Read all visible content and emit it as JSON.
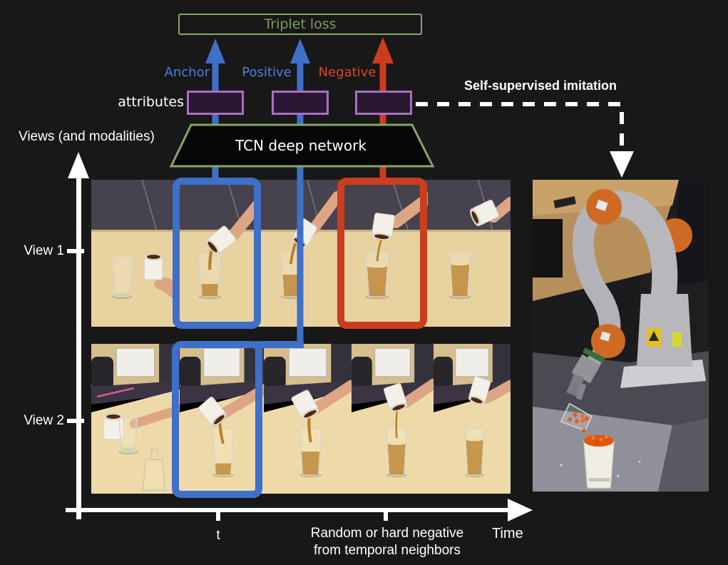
{
  "figure": {
    "loss_label": "Triplet loss",
    "attributes_label": "attributes",
    "network_label": "TCN deep network",
    "imitation_label": "Self-supervised imitation",
    "branches": [
      {
        "id": "anchor",
        "label": "Anchor",
        "color": "#4a80d9"
      },
      {
        "id": "positive",
        "label": "Positive",
        "color": "#4a80d9"
      },
      {
        "id": "negative",
        "label": "Negative",
        "color": "#d2492a"
      }
    ]
  },
  "axes": {
    "y_label": "Views (and modalities)",
    "x_label": "Time",
    "x_tick_t": "t",
    "x_tick_negative_line1": "Random or hard negative",
    "x_tick_negative_line2": "from temporal neighbors",
    "y_ticks": [
      {
        "label": "View 1"
      },
      {
        "label": "View 2"
      }
    ]
  },
  "colors": {
    "blue": "#3e6fc9",
    "red": "#cc3d1f",
    "green": "#86a765",
    "lossText": "#7e9c5e",
    "purple": "#a86fc0",
    "purpleFill": "#2b1733",
    "blueText": "#4a80d9",
    "redText": "#d2492a"
  },
  "strips": {
    "view1": {
      "frames": [
        {
          "role": "context"
        },
        {
          "role": "anchor"
        },
        {
          "role": "context"
        },
        {
          "role": "negative"
        },
        {
          "role": "context"
        }
      ]
    },
    "view2": {
      "frames": [
        {
          "role": "context"
        },
        {
          "role": "positive"
        },
        {
          "role": "context"
        },
        {
          "role": "context"
        },
        {
          "role": "context"
        }
      ]
    }
  }
}
